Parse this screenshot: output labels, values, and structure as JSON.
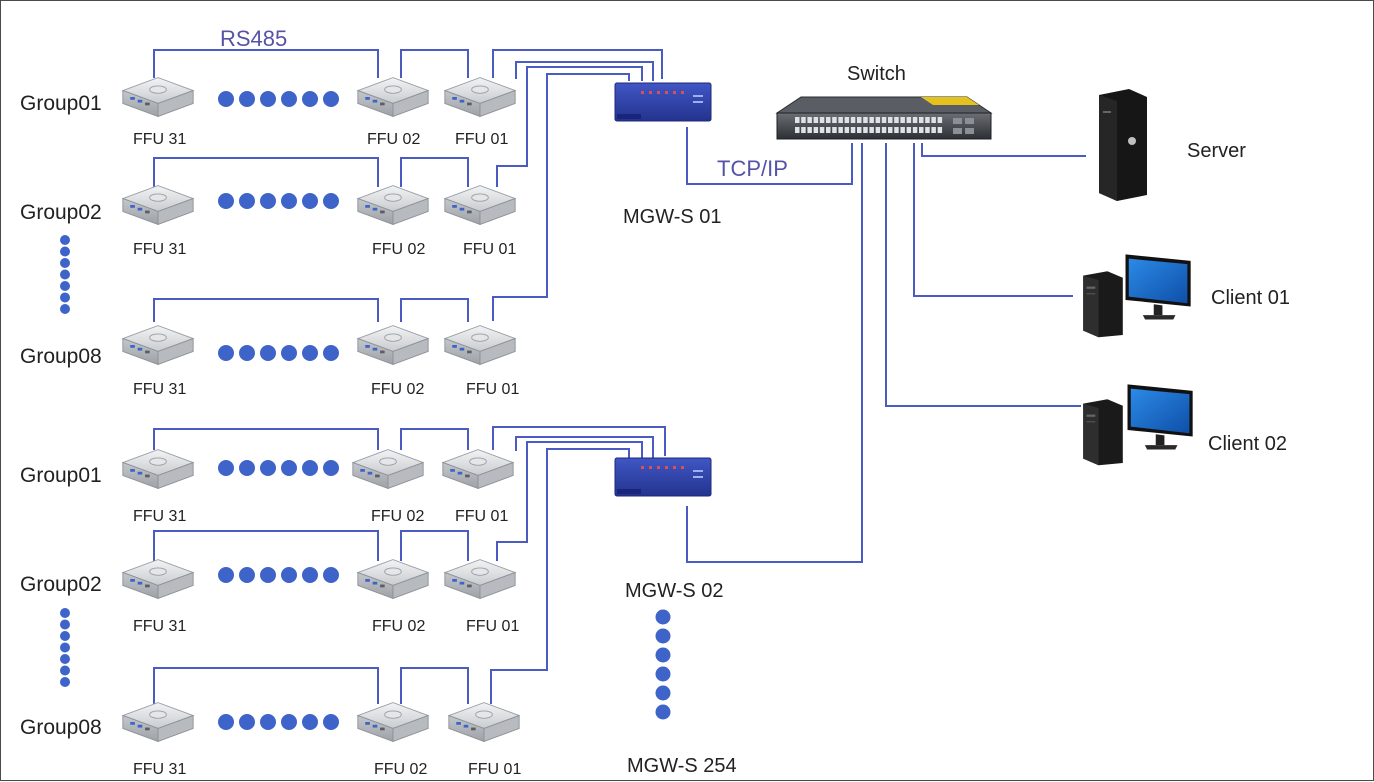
{
  "labels": {
    "rs485": "RS485",
    "tcpip": "TCP/IP",
    "switch": "Switch",
    "server": "Server",
    "client1": "Client 01",
    "client2": "Client 02",
    "gw1": "MGW-S 01",
    "gw2": "MGW-S 02",
    "gw254": "MGW-S 254",
    "group01": "Group01",
    "group02": "Group02",
    "group08": "Group08",
    "ffu31": "FFU 31",
    "ffu02": "FFU 02",
    "ffu01": "FFU 01"
  },
  "colors": {
    "wire": "#4a5cc2",
    "dot": "#3f64c9",
    "gateway": "#2f3fa8",
    "ffu_body": "#d9dcdf",
    "switch_body": "#3a3d42",
    "monitor_screen": "#1b6fd1"
  },
  "icons": {
    "ffu": "fan-filter-unit-icon",
    "gateway": "modbus-gateway-icon",
    "switch": "network-switch-icon",
    "server": "tower-server-icon",
    "client": "desktop-computer-icon"
  }
}
